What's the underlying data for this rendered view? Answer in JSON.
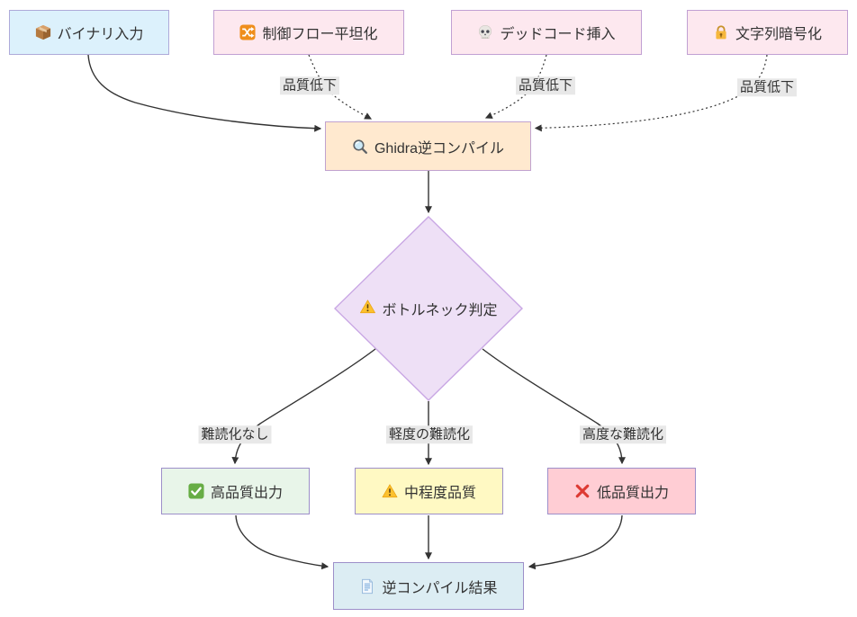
{
  "diagram": {
    "title": "decompile-quality-flowchart",
    "background": "#ffffff",
    "edge_color": "#333333",
    "edge_label_background": "#e8e8e8",
    "nodes": {
      "binary_input": {
        "label": "バイナリ入力",
        "icon": "package-icon",
        "fill": "#dcf1fc",
        "border": "#aeaad9"
      },
      "control_flow_flattening": {
        "label": "制御フロー平坦化",
        "icon": "shuffle-icon",
        "fill": "#fde8ef",
        "border": "#c1a0d3"
      },
      "dead_code_insertion": {
        "label": "デッドコード挿入",
        "icon": "skull-icon",
        "fill": "#fde8ef",
        "border": "#c1a0d3"
      },
      "string_encryption": {
        "label": "文字列暗号化",
        "icon": "lock-icon",
        "fill": "#fde8ef",
        "border": "#c1a0d3"
      },
      "ghidra_decompile": {
        "label": "Ghidra逆コンパイル",
        "icon": "magnifier-icon",
        "fill": "#ffe9cf",
        "border": "#c0a2cf"
      },
      "bottleneck_decision": {
        "label": "ボトルネック判定",
        "icon": "warning-icon",
        "fill": "#eee0f6",
        "border": "#c9a7e4"
      },
      "high_quality_output": {
        "label": "高品質出力",
        "icon": "check-icon",
        "fill": "#e8f5e9",
        "border": "#9d8fc9"
      },
      "medium_quality": {
        "label": "中程度品質",
        "icon": "warning-icon",
        "fill": "#fff9c3",
        "border": "#9d8fc9"
      },
      "low_quality_output": {
        "label": "低品質出力",
        "icon": "cross-icon",
        "fill": "#ffcdd4",
        "border": "#9d8fc9"
      },
      "decompile_result": {
        "label": "逆コンパイル結果",
        "icon": "document-icon",
        "fill": "#dcedf3",
        "border": "#9d8fc9"
      }
    },
    "edge_labels": {
      "quality_drop_flatten": "品質低下",
      "quality_drop_deadcode": "品質低下",
      "quality_drop_stringenc": "品質低下",
      "no_obfuscation": "難読化なし",
      "mild_obfuscation": "軽度の難読化",
      "advanced_obfuscation": "高度な難読化"
    }
  }
}
